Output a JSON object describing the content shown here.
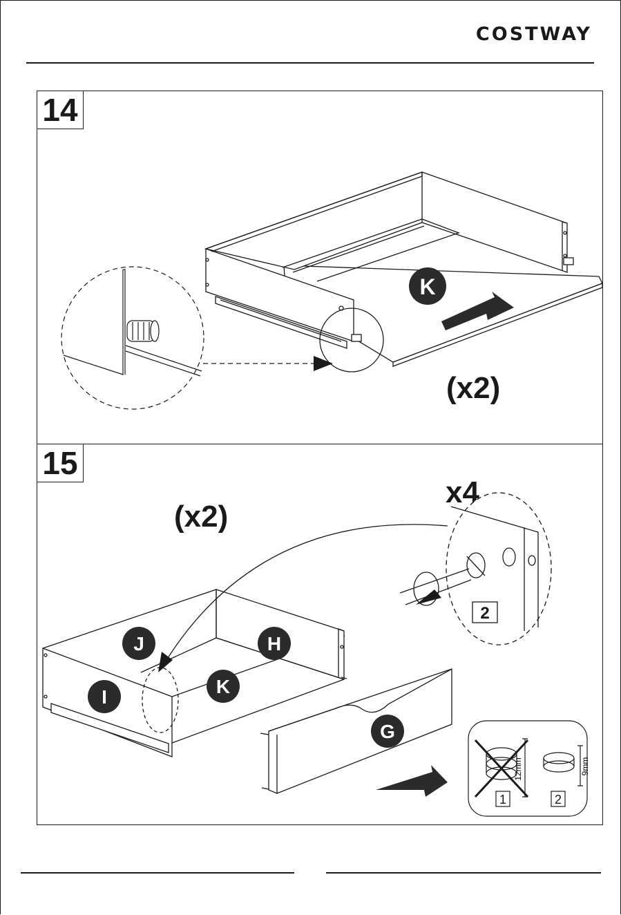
{
  "header": {
    "brand": "COSTWAY"
  },
  "steps": [
    {
      "number": "14",
      "quantity": "(x2)",
      "parts": [
        "K"
      ]
    },
    {
      "number": "15",
      "quantity": "(x2)",
      "detail_quantity": "x4",
      "cam_label": "2",
      "parts": [
        "J",
        "H",
        "I",
        "K",
        "G"
      ],
      "inset": {
        "wrong": {
          "label": "1",
          "size": "12mm"
        },
        "right": {
          "label": "2",
          "size": "9mm"
        }
      }
    }
  ]
}
